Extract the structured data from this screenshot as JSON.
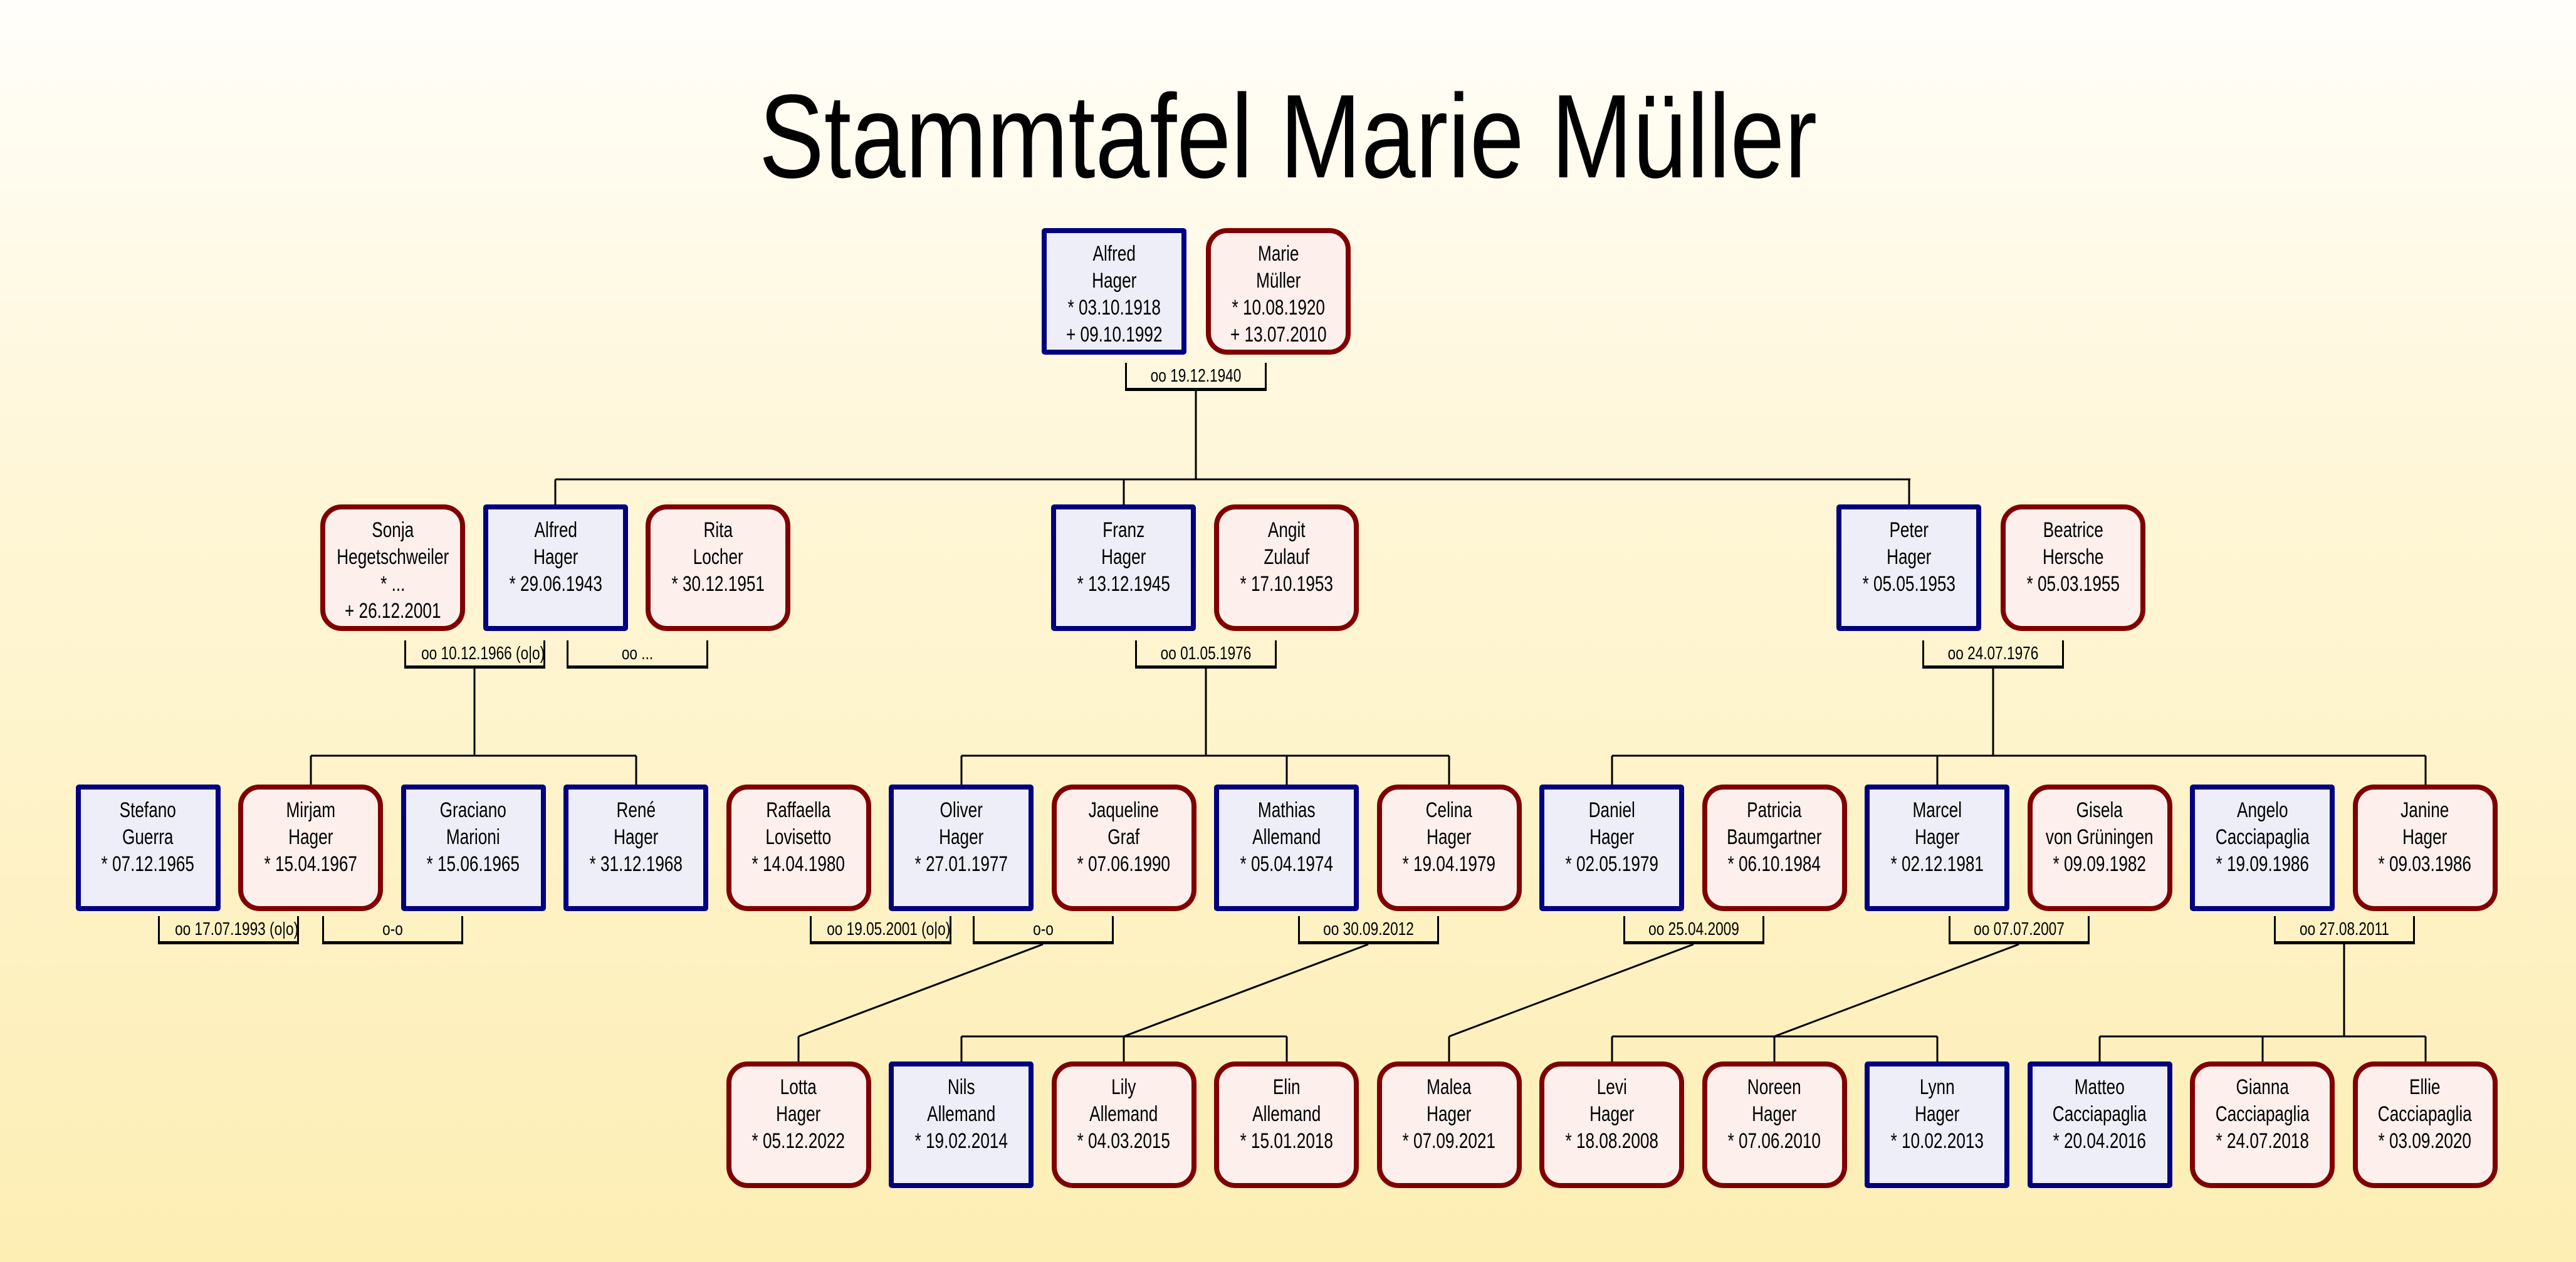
{
  "title": "Stammtafel Marie Müller",
  "colors": {
    "male_border": "#000080",
    "male_fill": "#eeeef9",
    "female_border": "#800000",
    "female_fill": "#fcefec"
  },
  "people": [
    {
      "sex": "m",
      "lines": [
        "Alfred",
        "Hager",
        "* 03.10.1918",
        "+ 09.10.1992"
      ]
    },
    {
      "sex": "f",
      "lines": [
        "Marie",
        "Müller",
        "* 10.08.1920",
        "+ 13.07.2010"
      ]
    },
    {
      "sex": "f",
      "lines": [
        "Sonja",
        "Hegetschweiler",
        "* ...",
        "+ 26.12.2001"
      ]
    },
    {
      "sex": "m",
      "lines": [
        "Alfred",
        "Hager",
        "* 29.06.1943"
      ]
    },
    {
      "sex": "f",
      "lines": [
        "Rita",
        "Locher",
        "* 30.12.1951"
      ]
    },
    {
      "sex": "m",
      "lines": [
        "Franz",
        "Hager",
        "* 13.12.1945"
      ]
    },
    {
      "sex": "f",
      "lines": [
        "Angit",
        "Zulauf",
        "* 17.10.1953"
      ]
    },
    {
      "sex": "m",
      "lines": [
        "Peter",
        "Hager",
        "* 05.05.1953"
      ]
    },
    {
      "sex": "f",
      "lines": [
        "Beatrice",
        "Hersche",
        "* 05.03.1955"
      ]
    },
    {
      "sex": "m",
      "lines": [
        "Stefano",
        "Guerra",
        "* 07.12.1965"
      ]
    },
    {
      "sex": "f",
      "lines": [
        "Mirjam",
        "Hager",
        "* 15.04.1967"
      ]
    },
    {
      "sex": "m",
      "lines": [
        "Graciano",
        "Marioni",
        "* 15.06.1965"
      ]
    },
    {
      "sex": "m",
      "lines": [
        "René",
        "Hager",
        "* 31.12.1968"
      ]
    },
    {
      "sex": "f",
      "lines": [
        "Raffaella",
        "Lovisetto",
        "* 14.04.1980"
      ]
    },
    {
      "sex": "m",
      "lines": [
        "Oliver",
        "Hager",
        "* 27.01.1977"
      ]
    },
    {
      "sex": "f",
      "lines": [
        "Jaqueline",
        "Graf",
        "* 07.06.1990"
      ]
    },
    {
      "sex": "m",
      "lines": [
        "Mathias",
        "Allemand",
        "* 05.04.1974"
      ]
    },
    {
      "sex": "f",
      "lines": [
        "Celina",
        "Hager",
        "* 19.04.1979"
      ]
    },
    {
      "sex": "m",
      "lines": [
        "Daniel",
        "Hager",
        "* 02.05.1979"
      ]
    },
    {
      "sex": "f",
      "lines": [
        "Patricia",
        "Baumgartner",
        "* 06.10.1984"
      ]
    },
    {
      "sex": "m",
      "lines": [
        "Marcel",
        "Hager",
        "* 02.12.1981"
      ]
    },
    {
      "sex": "f",
      "lines": [
        "Gisela",
        "von Grüningen",
        "* 09.09.1982"
      ]
    },
    {
      "sex": "m",
      "lines": [
        "Angelo",
        "Cacciapaglia",
        "* 19.09.1986"
      ]
    },
    {
      "sex": "f",
      "lines": [
        "Janine",
        "Hager",
        "* 09.03.1986"
      ]
    },
    {
      "sex": "f",
      "lines": [
        "Lotta",
        "Hager",
        "* 05.12.2022"
      ]
    },
    {
      "sex": "m",
      "lines": [
        "Nils",
        "Allemand",
        "* 19.02.2014"
      ]
    },
    {
      "sex": "f",
      "lines": [
        "Lily",
        "Allemand",
        "* 04.03.2015"
      ]
    },
    {
      "sex": "f",
      "lines": [
        "Elin",
        "Allemand",
        "* 15.01.2018"
      ]
    },
    {
      "sex": "f",
      "lines": [
        "Malea",
        "Hager",
        "* 07.09.2021"
      ]
    },
    {
      "sex": "f",
      "lines": [
        "Levi",
        "Hager",
        "* 18.08.2008"
      ]
    },
    {
      "sex": "f",
      "lines": [
        "Noreen",
        "Hager",
        "* 07.06.2010"
      ]
    },
    {
      "sex": "m",
      "lines": [
        "Lynn",
        "Hager",
        "* 10.02.2013"
      ]
    },
    {
      "sex": "m",
      "lines": [
        "Matteo",
        "Cacciapaglia",
        "* 20.04.2016"
      ]
    },
    {
      "sex": "f",
      "lines": [
        "Gianna",
        "Cacciapaglia",
        "* 24.07.2018"
      ]
    },
    {
      "sex": "f",
      "lines": [
        "Ellie",
        "Cacciapaglia",
        "* 03.09.2020"
      ]
    }
  ],
  "marriages": [
    "oo 19.12.1940",
    "oo 10.12.1966 (o|o)",
    "oo ...",
    "oo 01.05.1976",
    "oo 24.07.1976",
    "oo 17.07.1993 (o|o)",
    "o-o",
    "oo 19.05.2001 (o|o)",
    "o-o",
    "oo 30.09.2012",
    "oo 25.04.2009",
    "oo 07.07.2007",
    "oo 27.08.2011"
  ]
}
